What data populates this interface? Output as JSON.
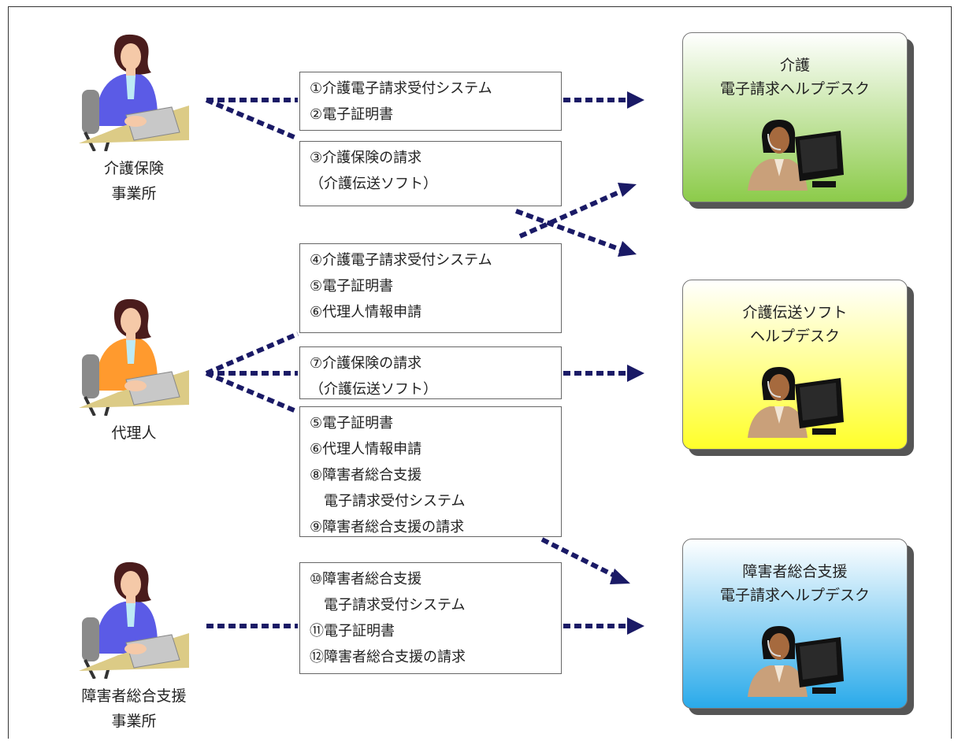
{
  "senders": [
    {
      "name": "kaigo-office",
      "label_lines": [
        "介護保険",
        "事業所"
      ],
      "suit_color": "#5B5BE6"
    },
    {
      "name": "agent",
      "label_lines": [
        "代理人"
      ],
      "suit_color": "#FF9A2E"
    },
    {
      "name": "shogai-office",
      "label_lines": [
        "障害者総合支援",
        "事業所"
      ],
      "suit_color": "#5B5BE6"
    }
  ],
  "topic_boxes": [
    {
      "name": "topic-box-1",
      "lines": [
        "①介護電子請求受付システム",
        "②電子証明書"
      ]
    },
    {
      "name": "topic-box-2",
      "lines": [
        "③介護保険の請求",
        "（介護伝送ソフト）"
      ]
    },
    {
      "name": "topic-box-3",
      "lines": [
        "④介護電子請求受付システム",
        "⑤電子証明書",
        "⑥代理人情報申請"
      ]
    },
    {
      "name": "topic-box-4",
      "lines": [
        "⑦介護保険の請求",
        "（介護伝送ソフト）"
      ]
    },
    {
      "name": "topic-box-5",
      "lines": [
        "⑤電子証明書",
        "⑥代理人情報申請",
        "⑧障害者総合支援",
        "　電子請求受付システム",
        "⑨障害者総合支援の請求"
      ]
    },
    {
      "name": "topic-box-6",
      "lines": [
        "⑩障害者総合支援",
        "　電子請求受付システム",
        "⑪電子証明書",
        "⑫障害者総合支援の請求"
      ]
    }
  ],
  "helpdesks": [
    {
      "name": "kaigo-denshi-helpdesk",
      "title_lines": [
        "介護",
        "電子請求ヘルプデスク"
      ],
      "color_top": "#FFFFFF",
      "color_bottom": "#8CCB4A"
    },
    {
      "name": "kaigo-densou-helpdesk",
      "title_lines": [
        "介護伝送ソフト",
        "ヘルプデスク"
      ],
      "color_top": "#FFFFFF",
      "color_bottom": "#FFFF2A"
    },
    {
      "name": "shogai-helpdesk",
      "title_lines": [
        "障害者総合支援",
        "電子請求ヘルプデスク"
      ],
      "color_top": "#FFFFFF",
      "color_bottom": "#2AAAEA"
    }
  ],
  "arrow_color": "#1A1A66"
}
